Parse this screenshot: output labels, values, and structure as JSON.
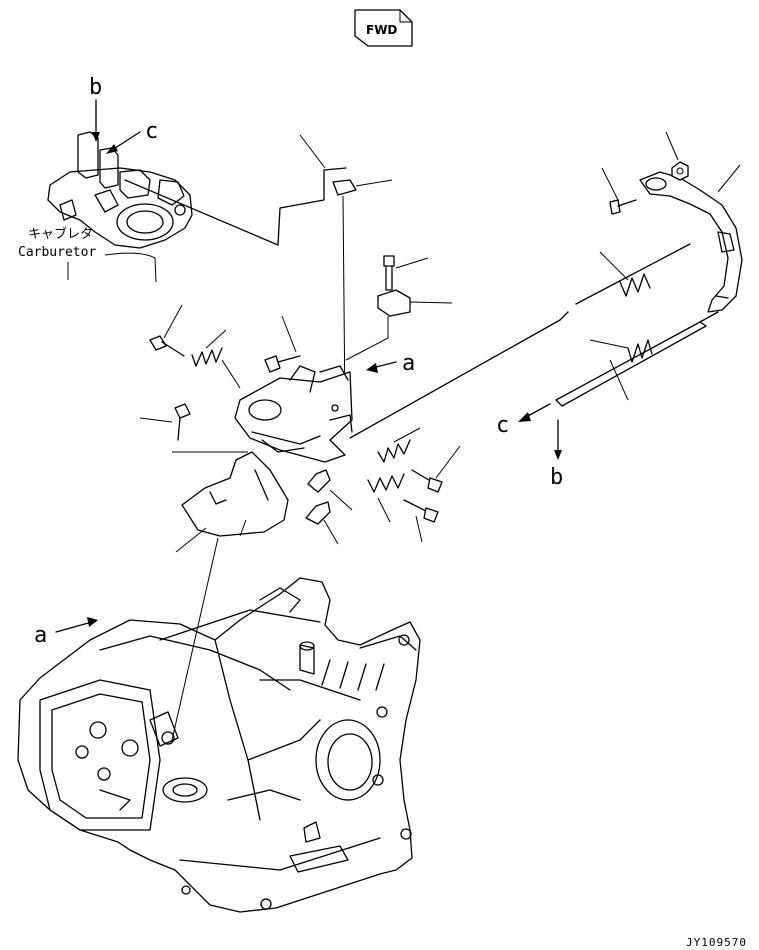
{
  "direction_badge": {
    "label": "FWD"
  },
  "parts": {
    "carburetor_jp": "キャブレタ",
    "carburetor_en": "Carburetor"
  },
  "refs": {
    "b_top": "b",
    "c_top": "c",
    "a_mid": "a",
    "a_left": "a",
    "c_right": "c",
    "b_right": "b"
  },
  "document_id": "JY109570"
}
